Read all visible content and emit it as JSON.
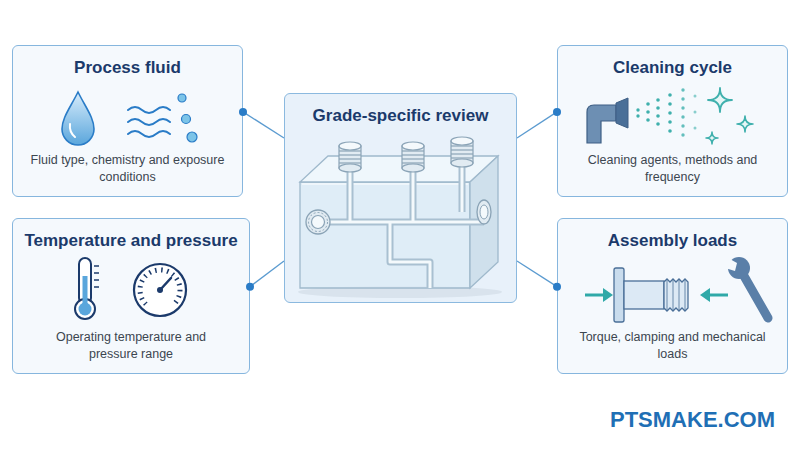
{
  "diagram": {
    "nodes": [
      {
        "text": [
          "Process fluid",
          "Fluid type, chemistry and exposure conditions"
        ]
      },
      {
        "text": [
          "Grade-specific review"
        ]
      },
      {
        "text": [
          "Cleaning cycle",
          "Cleaning agents, methods and frequency"
        ]
      },
      {
        "text": [
          "Temperature and pressure",
          "Operating temperature and pressure range"
        ]
      },
      {
        "text": [
          "Assembly loads",
          "Torque, clamping and mechanical loads"
        ]
      }
    ],
    "edges": [
      {
        "from": 0,
        "to": 1,
        "arrow": "none"
      },
      {
        "from": 2,
        "to": 1,
        "arrow": "none"
      },
      {
        "from": 3,
        "to": 1,
        "arrow": "none"
      },
      {
        "from": 4,
        "to": 1,
        "arrow": "none"
      }
    ],
    "labels": [
      "PTSMAKE.COM"
    ]
  }
}
